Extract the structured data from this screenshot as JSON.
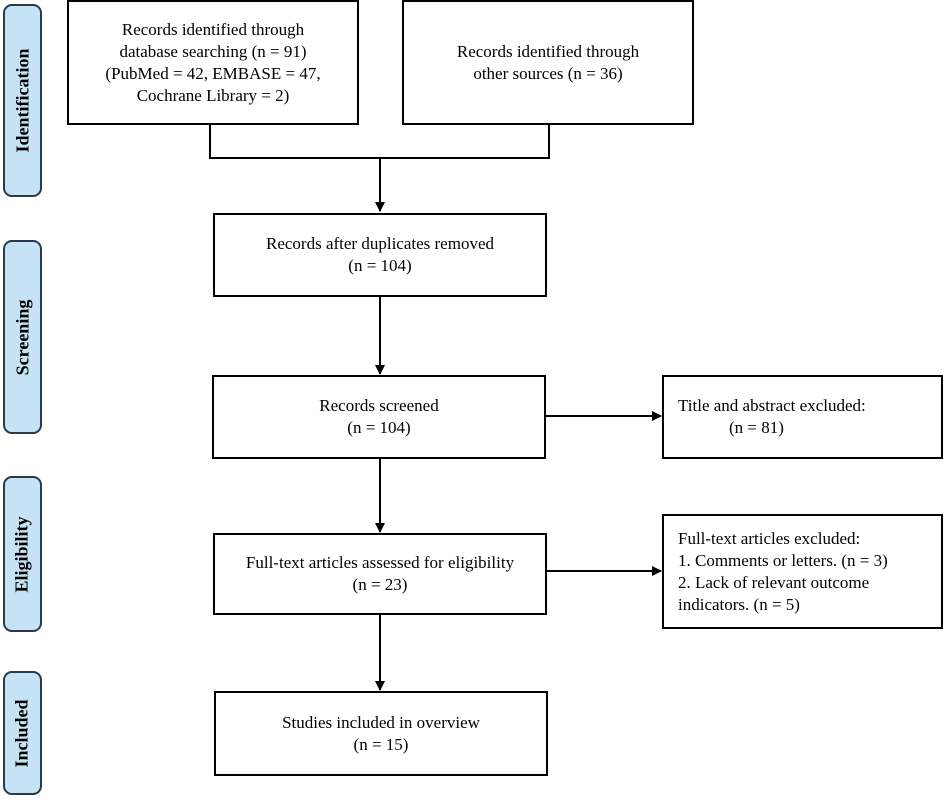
{
  "phases": {
    "identification": "Identification",
    "screening": "Screening",
    "eligibility": "Eligibility",
    "included": "Included"
  },
  "boxes": {
    "database_search": {
      "lines": [
        "Records identified through",
        "database searching (n = 91)",
        "(PubMed = 42, EMBASE = 47,",
        "Cochrane Library = 2)"
      ]
    },
    "other_sources": {
      "lines": [
        "Records identified through",
        "other sources (n = 36)"
      ]
    },
    "duplicates_removed": {
      "lines": [
        "Records after duplicates removed",
        "(n = 104)"
      ]
    },
    "records_screened": {
      "lines": [
        "Records screened",
        "(n = 104)"
      ]
    },
    "title_abstract_excluded": {
      "lines": [
        "Title and abstract excluded:",
        "            (n = 81)"
      ]
    },
    "fulltext_assessed": {
      "lines": [
        "Full-text articles assessed for eligibility",
        "(n = 23)"
      ]
    },
    "fulltext_excluded": {
      "lines": [
        "Full-text articles excluded:",
        "1. Comments or letters. (n = 3)",
        "2. Lack of relevant outcome",
        "indicators. (n = 5)"
      ]
    },
    "studies_included": {
      "lines": [
        "Studies included in overview",
        "(n = 15)"
      ]
    }
  }
}
